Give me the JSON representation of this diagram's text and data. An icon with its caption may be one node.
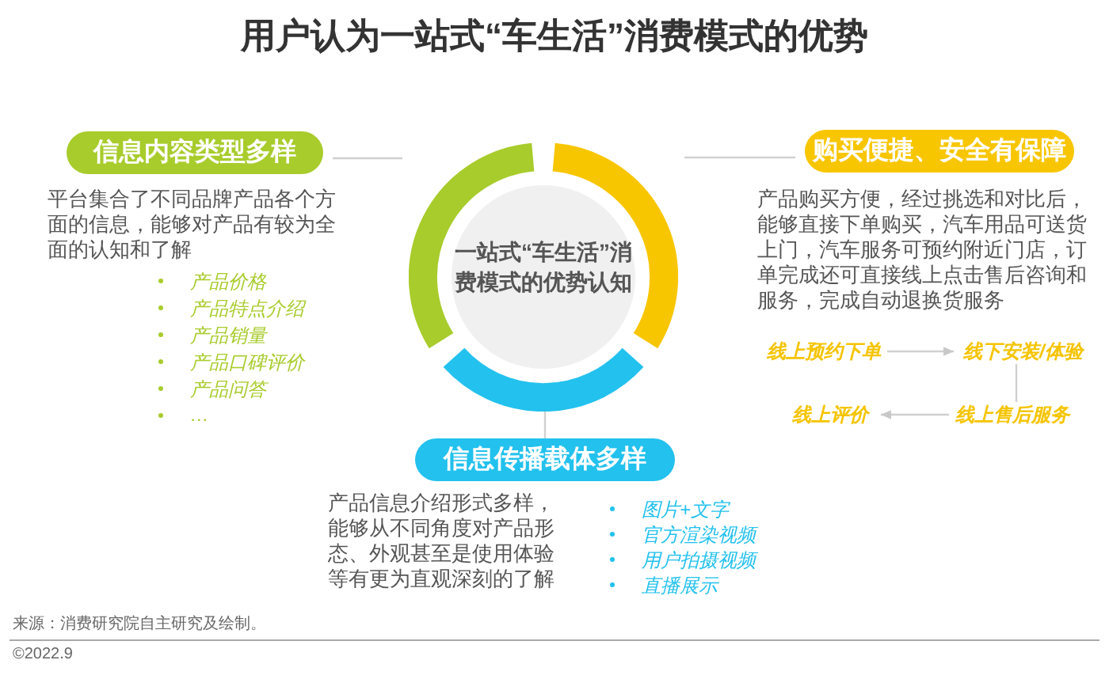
{
  "diagram": {
    "title": "用户认为一站式“车生活”消费模式的优势",
    "nodes": [
      {
        "text": [
          "一站式“车生活”消费模式的优势认知"
        ]
      },
      {
        "text": [
          "信息内容类型多样"
        ],
        "beside": [
          "平台集合了不同品牌产品各个方面的信息，能够对产品有较为全面的认知和了解"
        ]
      },
      {
        "text": [
          "购买便捷、安全有保障"
        ],
        "beside": [
          "产品购买方便，经过挑选和对比后，能够直接下单购买，汽车用品可送货上门，汽车服务可预约附近门店，订单完成还可直接线上点击售后咨询和服务，完成自动退换货服务"
        ]
      },
      {
        "text": [
          "信息传播载体多样"
        ],
        "beside": [
          "产品信息介绍形式多样，能够从不同角度对产品形态、外观甚至是使用体验等有更为直观深刻的了解"
        ]
      },
      {
        "text": [
          "线上预约下单"
        ]
      },
      {
        "text": [
          "线下安装/体验"
        ]
      },
      {
        "text": [
          "线上售后服务"
        ]
      },
      {
        "text": [
          "线上评价"
        ]
      }
    ],
    "edges": [
      {
        "from": 0,
        "to": 1,
        "arrow": "none"
      },
      {
        "from": 0,
        "to": 2,
        "arrow": "none"
      },
      {
        "from": 0,
        "to": 3,
        "arrow": "none"
      },
      {
        "from": 4,
        "to": 5,
        "arrow": "to"
      },
      {
        "from": 5,
        "to": 6,
        "arrow": "none"
      },
      {
        "from": 6,
        "to": 7,
        "arrow": "to"
      }
    ],
    "labels": [
      "产品价格",
      "产品特点介绍",
      "产品销量",
      "产品口碑评价",
      "产品问答",
      "…",
      "图片+文字",
      "官方渲染视频",
      "用户拍摄视频",
      "直播展示",
      "来源：消费研究院自主研究及绘制。",
      "©2022.9"
    ]
  }
}
